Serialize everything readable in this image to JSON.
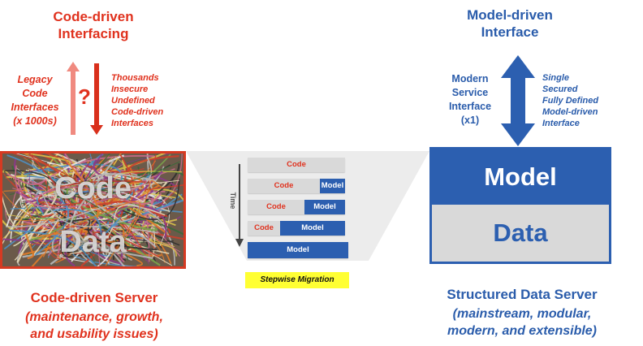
{
  "left": {
    "title": [
      "Code-driven",
      "Interfacing"
    ],
    "legacy_label": [
      "Legacy",
      "Code",
      "Interfaces",
      "(x 1000s)"
    ],
    "question_mark": "?",
    "thousands_label": [
      "Thousands",
      "Insecure",
      "Undefined",
      "Code-driven",
      "Interfaces"
    ],
    "box_code": "Code",
    "box_data": "Data",
    "server_title": "Code-driven Server",
    "server_desc": [
      "(maintenance, growth,",
      "and usability issues)"
    ]
  },
  "middle": {
    "time_label": "Time",
    "bars": [
      {
        "code": "Code",
        "model": ""
      },
      {
        "code": "Code",
        "model": "Model"
      },
      {
        "code": "Code",
        "model": "Model"
      },
      {
        "code": "Code",
        "model": "Model"
      },
      {
        "code": "",
        "model": "Model"
      }
    ],
    "caption": "Stepwise Migration"
  },
  "right": {
    "title": [
      "Model-driven",
      "Interface"
    ],
    "modern_label": [
      "Modern",
      "Service",
      "Interface",
      "(x1)"
    ],
    "single_label": [
      "Single",
      "Secured",
      "Fully Defined",
      "Model-driven",
      "Interface"
    ],
    "box_model": "Model",
    "box_data": "Data",
    "server_title": "Structured Data Server",
    "server_desc": [
      "(mainstream, modular,",
      "modern, and extensible)"
    ]
  },
  "colors": {
    "red": "#e0321e",
    "blue": "#2c5fb0",
    "gray": "#d9d9d9",
    "yellow": "#ffff33"
  }
}
